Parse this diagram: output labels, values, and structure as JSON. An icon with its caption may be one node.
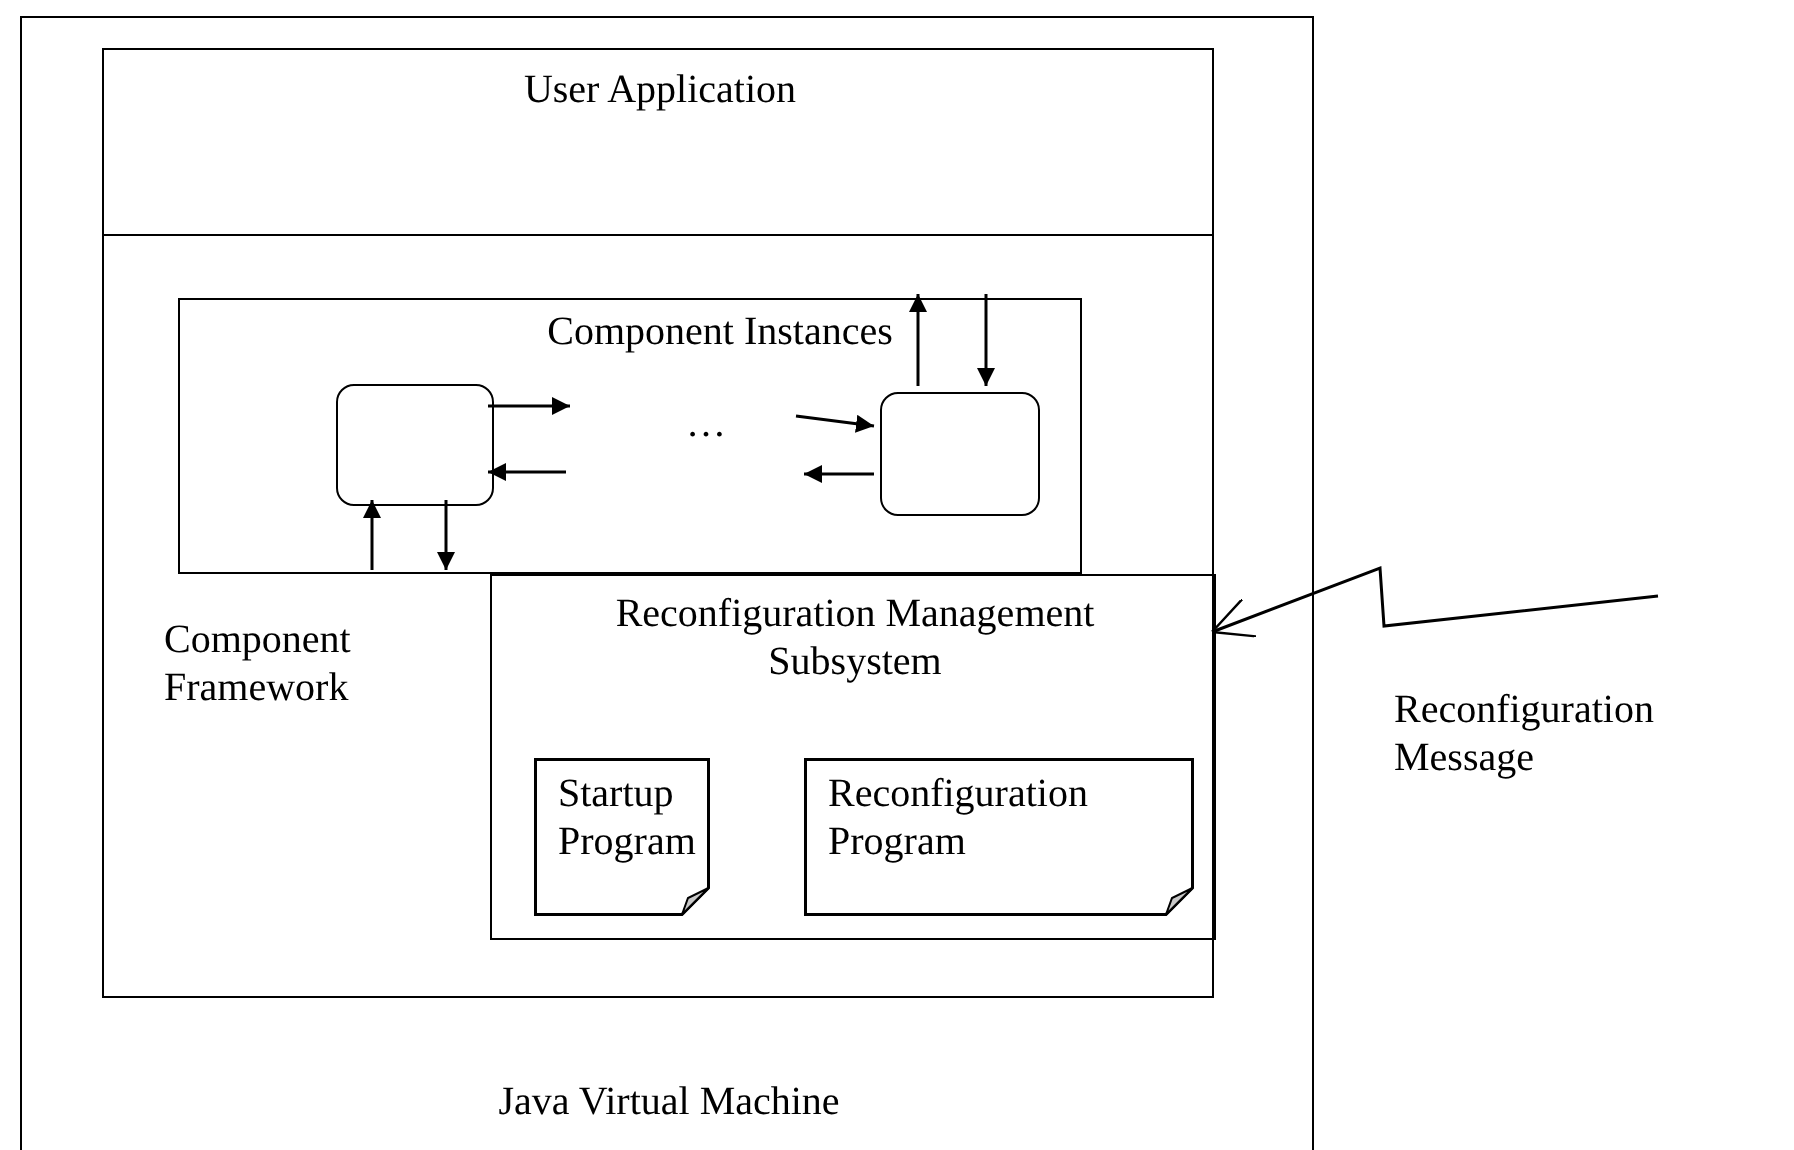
{
  "diagram": {
    "nodes": [
      {
        "text": [
          "Java Virtual Machine"
        ]
      },
      {
        "text": [
          "User Application"
        ],
        "in": 0
      },
      {
        "text": [
          "Component Framework"
        ],
        "in": 0
      },
      {
        "text": [
          "Component Instances"
        ],
        "in": 2
      },
      {
        "text": [],
        "shape": "box",
        "in": 3
      },
      {
        "text": [],
        "shape": "box",
        "in": 3
      },
      {
        "text": [
          "Reconfiguration Management Subsystem"
        ],
        "in": 2
      },
      {
        "text": [
          "Startup Program"
        ],
        "in": 6
      },
      {
        "text": [
          "Reconfiguration Program"
        ],
        "in": 6
      }
    ],
    "edges": [
      {
        "from": 4,
        "to": null,
        "arrow": "to"
      },
      {
        "from": null,
        "to": 4,
        "arrow": "to"
      },
      {
        "from": null,
        "to": 5,
        "arrow": "to"
      },
      {
        "from": 5,
        "to": null,
        "arrow": "to"
      },
      {
        "from": 5,
        "to": 3,
        "arrow": "to"
      },
      {
        "from": 3,
        "to": 5,
        "arrow": "to"
      },
      {
        "from": 3,
        "to": 4,
        "arrow": "to"
      },
      {
        "from": 4,
        "to": 3,
        "arrow": "to"
      },
      {
        "from": null,
        "to": 6,
        "arrow": "to"
      }
    ],
    "labels": [
      "…",
      "Reconfiguration Message"
    ]
  }
}
